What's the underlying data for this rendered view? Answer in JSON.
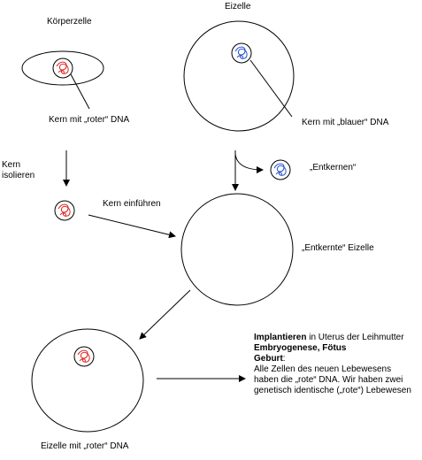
{
  "labels": {
    "koerperzelle": "Körperzelle",
    "eizelle": "Eizelle",
    "kern_roter_dna": "Kern mit „roter“ DNA",
    "kern_blauer_dna": "Kern mit „blauer“ DNA",
    "kern_isolieren_1": "Kern",
    "kern_isolieren_2": "isolieren",
    "entkernen": "„Entkernen“",
    "kern_einfuehren": "Kern einführen",
    "entkernte_eizelle": "„Entkernte“ Eizelle",
    "eizelle_roter_dna": "Eizelle mit „roter“ DNA"
  },
  "final_text": {
    "implantieren": "Implantieren",
    "implantieren_rest": " in Uterus der Leihmutter",
    "embryogenese": "Embryogenese, Fötus",
    "geburt": "Geburt",
    "geburt_rest": ":",
    "zellen": "Alle Zellen des neuen Lebewesens haben die „rote“ DNA. Wir haben zwei genetisch identische („rote“) Lebewesen"
  },
  "colors": {
    "red_dna": "#e02020",
    "blue_dna": "#2050d0",
    "outline": "#000000"
  },
  "icons": {
    "red_nucleus": "red-dna-nucleus-icon",
    "blue_nucleus": "blue-dna-nucleus-icon"
  }
}
